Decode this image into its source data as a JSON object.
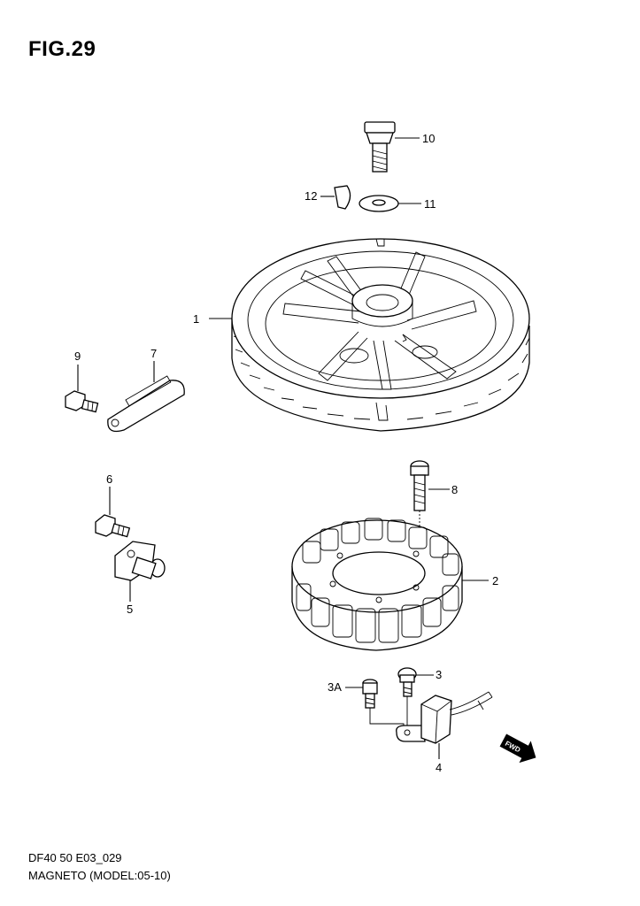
{
  "figure": {
    "title": "FIG.29",
    "footer_code": "DF40 50 E03_029",
    "footer_caption": "MAGNETO (MODEL:05-10)"
  },
  "callouts": {
    "p1": "1",
    "p2": "2",
    "p3": "3",
    "p3a": "3A",
    "p4": "4",
    "p5": "5",
    "p6": "6",
    "p7": "7",
    "p8": "8",
    "p9": "9",
    "p10": "10",
    "p11": "11",
    "p12": "12"
  },
  "fwd_label": "FWD"
}
